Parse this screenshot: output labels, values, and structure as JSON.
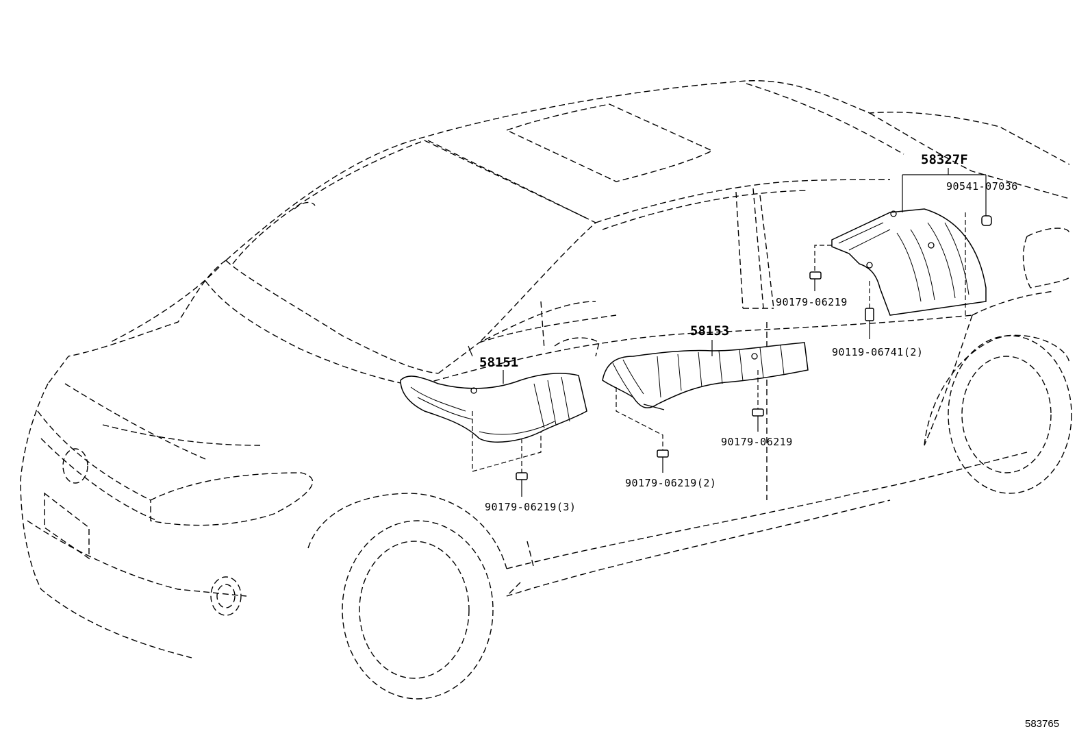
{
  "diagram": {
    "labels": {
      "part_58327F": "58327F",
      "part_90541": "90541-07036",
      "part_90179_rear": "90179-06219",
      "part_90119": "90119-06741(2)",
      "part_58153": "58153",
      "part_90179_mid": "90179-06219",
      "part_90179_mid2": "90179-06219(2)",
      "part_58151": "58151",
      "part_90179_front": "90179-06219(3)"
    },
    "drawing_number": "583765"
  }
}
